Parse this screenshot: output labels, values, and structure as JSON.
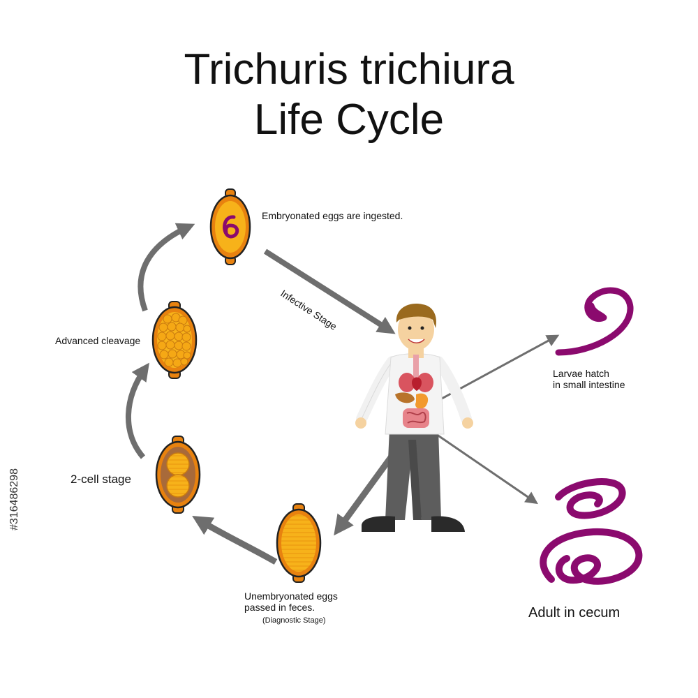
{
  "title": {
    "line1": "Trichuris trichiura",
    "line2": "Life Cycle"
  },
  "stages": {
    "embryonated": "Embryonated eggs are ingested.",
    "advanced_cleavage": "Advanced cleavage",
    "two_cell": "2-cell stage",
    "unembryonated_line1": "Unembryonated eggs",
    "unembryonated_line2": "passed  in feces.",
    "diagnostic": "(Diagnostic Stage)",
    "infective": "Infective Stage",
    "larvae_line1": "Larvae hatch",
    "larvae_line2": "in small intestine",
    "adult": "Adult in cecum"
  },
  "stock_id": "#316486298",
  "colors": {
    "egg_shell": "#e8820f",
    "egg_fill": "#f7b21a",
    "egg_dark": "#b06a2a",
    "worm": "#8b0a6e",
    "arrow": "#6e6e6e"
  }
}
